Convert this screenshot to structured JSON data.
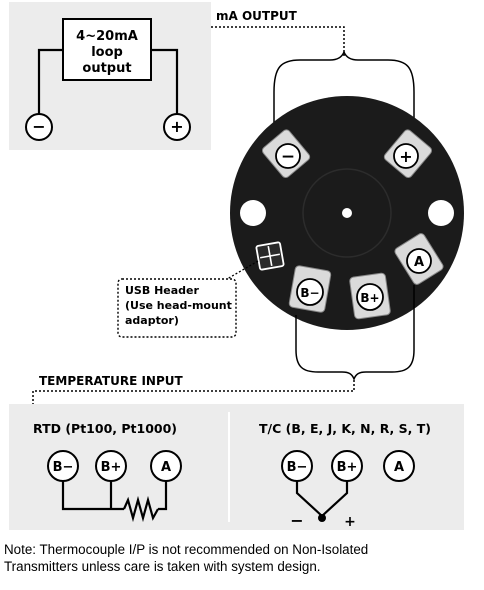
{
  "loop_box": {
    "lines": [
      "4~20mA",
      "loop",
      "output"
    ],
    "neg_symbol": "−",
    "pos_symbol": "+"
  },
  "ma_output_label": "mA OUTPUT",
  "transmitter": {
    "terminal_neg": "−",
    "terminal_pos": "+",
    "terminal_a": "A",
    "terminal_b_neg": "B−",
    "terminal_b_pos": "B+"
  },
  "usb_callout": {
    "lines": [
      "USB Header",
      "(Use head-mount",
      "adaptor)"
    ]
  },
  "temperature_input_label": "TEMPERATURE INPUT",
  "rtd": {
    "title": "RTD (Pt100, Pt1000)",
    "terminals": [
      "B−",
      "B+",
      "A"
    ]
  },
  "tc": {
    "title": "T/C (B, E, J, K, N, R, S, T)",
    "terminals": [
      "B−",
      "B+",
      "A"
    ],
    "neg_symbol": "−",
    "pos_symbol": "+"
  },
  "note": {
    "lines": [
      "Note: Thermocouple I/P is not recommended on Non-Isolated",
      "Transmitters unless care is taken with system design."
    ]
  },
  "colors": {
    "panel_bg": "#ececec",
    "body_fill": "#1b1b1b",
    "terminal_fill": "#dadada",
    "stroke": "#000000"
  }
}
